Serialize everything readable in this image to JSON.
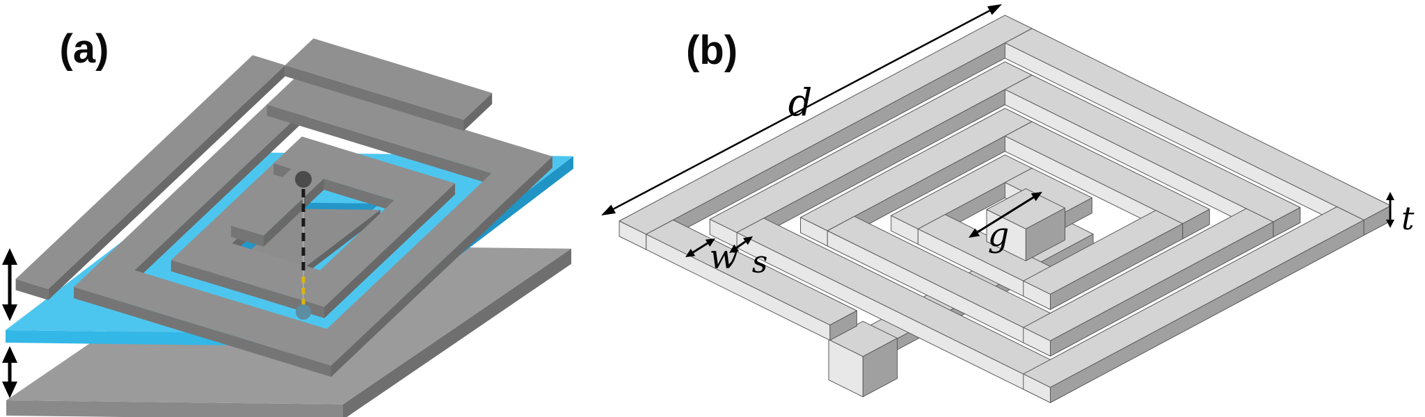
{
  "figure": {
    "background": "#ffffff",
    "description": "Two-panel 3D schematic of a square planar spiral inductor"
  },
  "panel_a": {
    "label": "(a)",
    "colors": {
      "metal_top": "#909090",
      "metal_wall_left": "#757575",
      "metal_wall_right": "#696969",
      "dielectric_top": "#4dc6ef",
      "dielectric_wall_left": "#33b7e6",
      "dielectric_wall_right": "#2094c5",
      "notch_shadow": "#2496c8",
      "tab_top": "#8d8d8d",
      "tab_wall_left": "#6f6f6f",
      "tab_wall_right": "#646464",
      "ground_top": "#9b9b9b",
      "ground_wall_left": "#898989",
      "ground_wall_right": "#6f6f6f",
      "via_dot_top": "#4b4b4b",
      "via_dot_bottom": "#5e8ca1",
      "dash_dark": "#1a1a1a",
      "dash_yellow": "#d9b511",
      "dash_faint": "#a8a8a8",
      "arrow": "#000000"
    }
  },
  "panel_b": {
    "label": "(b)",
    "dims": {
      "d": "d",
      "w": "w",
      "s": "s",
      "g": "g",
      "t": "t"
    },
    "colors": {
      "metal_top": "#d4d4d4",
      "wall_light": "#e8e8e8",
      "wall_dark": "#a0a0a0",
      "outline": "#5a5a5a",
      "annotation": "#000000"
    }
  }
}
